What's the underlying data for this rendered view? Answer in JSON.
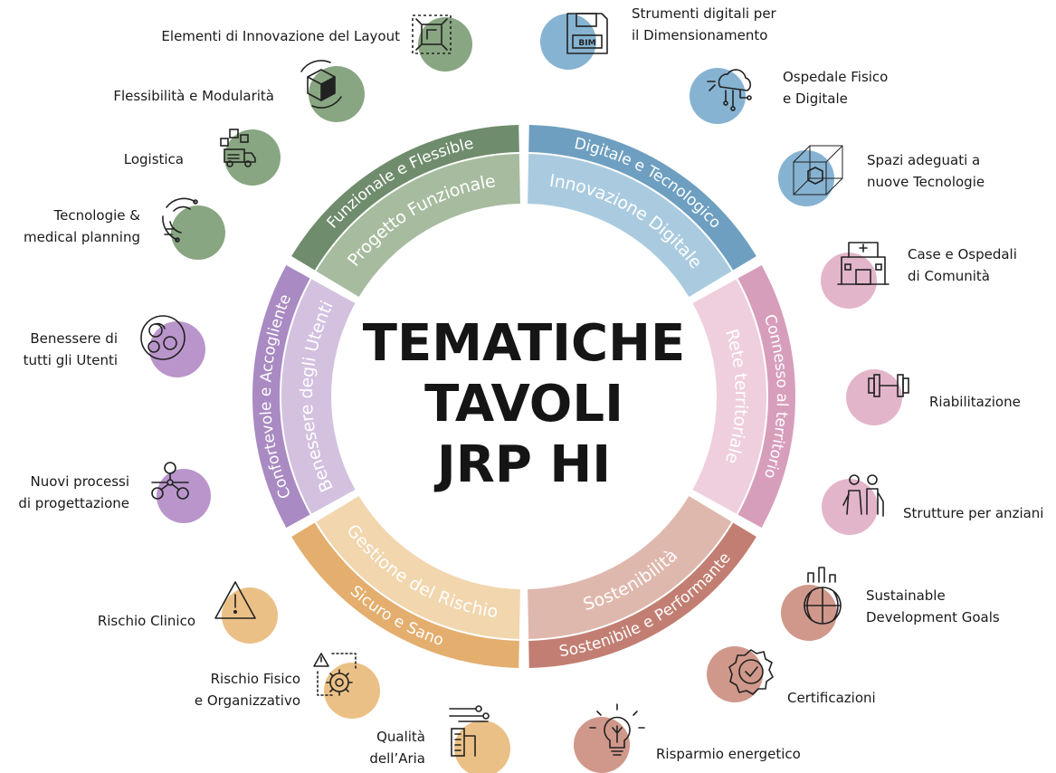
{
  "center": {
    "line1": "TEMATICHE",
    "line2": "TAVOLI",
    "line3": "JRP HI"
  },
  "quadrants": [
    {
      "outer": "Funzionale e Flessible",
      "inner": "Progetto Funzionale",
      "outer_color": "#6f8c6c",
      "inner_color": "#a7bb9f",
      "dot_color": "#88a681"
    },
    {
      "outer": "Digitale e Tecnologico",
      "inner": "Innovazione Digitale",
      "outer_color": "#6e9fc0",
      "inner_color": "#aacbdf",
      "dot_color": "#86b3d2"
    },
    {
      "outer": "Connesso al territorio",
      "inner": "Rete territoriale",
      "outer_color": "#d79ebb",
      "inner_color": "#efcfdd",
      "dot_color": "#e3b5ca"
    },
    {
      "outer": "Sostenibile e Performante",
      "inner": "Sostenibilità",
      "outer_color": "#c27e72",
      "inner_color": "#dfb8ad",
      "dot_color": "#d0988b"
    },
    {
      "outer": "Sicuro e Sano",
      "inner": "Gestione del Rischio",
      "outer_color": "#e4ae6e",
      "inner_color": "#f1d6ae",
      "dot_color": "#ebc086"
    },
    {
      "outer": "Confortevole e Accogliente",
      "inner": "Benessere degli Utenti",
      "outer_color": "#a98ac2",
      "inner_color": "#d3c1df",
      "dot_color": "#b995cb"
    }
  ],
  "topics": [
    {
      "lines": [
        "Elementi di Innovazione del Layout"
      ],
      "icon": "layout-frame-icon",
      "group": 0
    },
    {
      "lines": [
        "Flessibilità e Modularità"
      ],
      "icon": "modular-cube-icon",
      "group": 0
    },
    {
      "lines": [
        "Logistica"
      ],
      "icon": "delivery-truck-icon",
      "group": 0
    },
    {
      "lines": [
        "Tecnologie &",
        "medical planning"
      ],
      "icon": "tech-circuit-icon",
      "group": 0
    },
    {
      "lines": [
        "Benessere di",
        "tutti gli Utenti"
      ],
      "icon": "people-wellbeing-icon",
      "group": 5
    },
    {
      "lines": [
        "Nuovi processi",
        "di progettazione"
      ],
      "icon": "process-network-icon",
      "group": 5
    },
    {
      "lines": [
        "Rischio Clinico"
      ],
      "icon": "warning-triangle-icon",
      "group": 4
    },
    {
      "lines": [
        "Rischio Fisico",
        "e Organizzativo"
      ],
      "icon": "gear-warning-icon",
      "group": 4
    },
    {
      "lines": [
        "Qualità",
        "dell’Aria"
      ],
      "icon": "air-quality-icon",
      "group": 4
    },
    {
      "lines": [
        "Strumenti digitali per",
        "il Dimensionamento"
      ],
      "icon": "bim-disk-icon",
      "group": 1
    },
    {
      "lines": [
        "Ospedale Fisico",
        "e Digitale"
      ],
      "icon": "cloud-network-icon",
      "group": 1
    },
    {
      "lines": [
        "Spazi adeguati a",
        "nuove Tecnologie"
      ],
      "icon": "wireframe-cube-icon",
      "group": 1
    },
    {
      "lines": [
        "Case e Ospedali",
        "di Comunità"
      ],
      "icon": "hospital-building-icon",
      "group": 2
    },
    {
      "lines": [
        "Riabilitazione"
      ],
      "icon": "dumbbell-icon",
      "group": 2
    },
    {
      "lines": [
        "Strutture per anziani"
      ],
      "icon": "elderly-couple-icon",
      "group": 2
    },
    {
      "lines": [
        "Sustainable",
        "Development Goals"
      ],
      "icon": "globe-city-icon",
      "group": 3
    },
    {
      "lines": [
        "Certificazioni"
      ],
      "icon": "certificate-badge-icon",
      "group": 3
    },
    {
      "lines": [
        "Risparmio energetico"
      ],
      "icon": "light-bulb-icon",
      "group": 3
    }
  ]
}
